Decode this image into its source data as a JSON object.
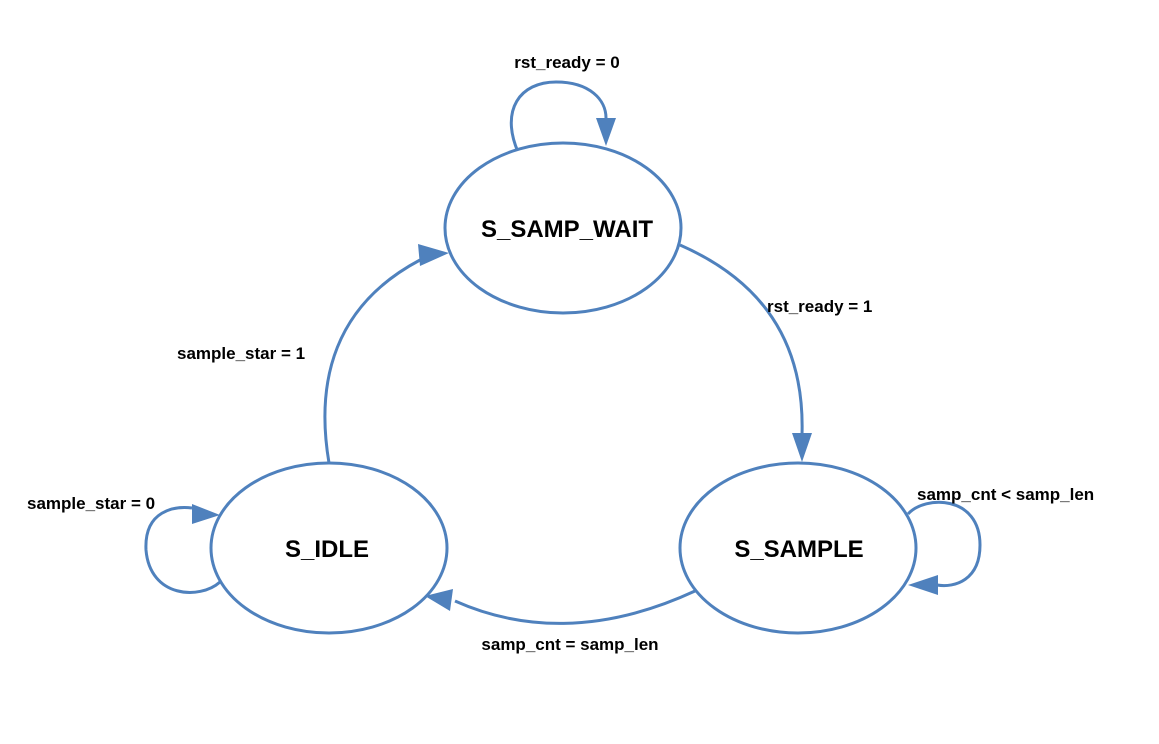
{
  "diagram": {
    "type": "state-machine",
    "colors": {
      "stroke": "#4f81bd",
      "fill": "#ffffff",
      "text": "#000000"
    },
    "states": [
      {
        "id": "s_samp_wait",
        "label": "S_SAMP_WAIT"
      },
      {
        "id": "s_idle",
        "label": "S_IDLE"
      },
      {
        "id": "s_sample",
        "label": "S_SAMPLE"
      }
    ],
    "transitions": [
      {
        "from": "S_SAMP_WAIT",
        "to": "S_SAMP_WAIT",
        "label": "rst_ready = 0"
      },
      {
        "from": "S_SAMP_WAIT",
        "to": "S_SAMPLE",
        "label": "rst_ready = 1"
      },
      {
        "from": "S_IDLE",
        "to": "S_SAMP_WAIT",
        "label": "sample_star = 1"
      },
      {
        "from": "S_IDLE",
        "to": "S_IDLE",
        "label": "sample_star = 0"
      },
      {
        "from": "S_SAMPLE",
        "to": "S_SAMPLE",
        "label": "samp_cnt < samp_len"
      },
      {
        "from": "S_SAMPLE",
        "to": "S_IDLE",
        "label": "samp_cnt = samp_len"
      }
    ]
  }
}
